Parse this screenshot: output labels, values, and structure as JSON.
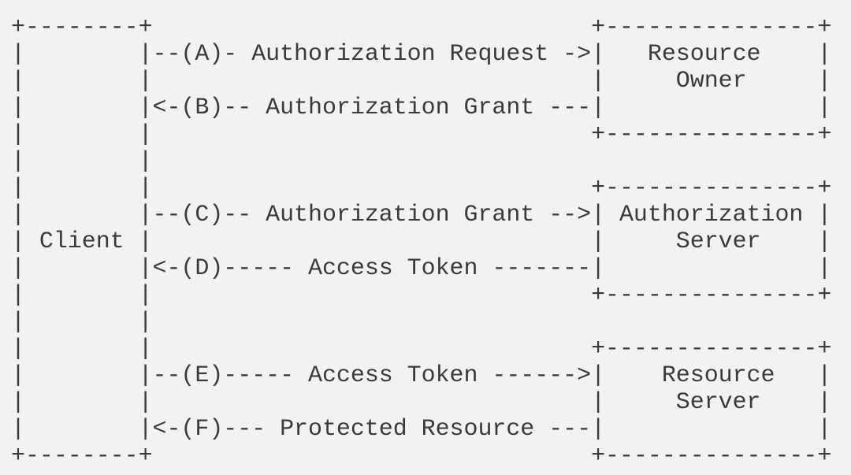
{
  "diagram": {
    "lines": [
      "+--------+                               +---------------+",
      "|        |--(A)- Authorization Request ->|   Resource    |",
      "|        |                               |     Owner     |",
      "|        |<-(B)-- Authorization Grant ---|               |",
      "|        |                               +---------------+",
      "|        |",
      "|        |                               +---------------+",
      "|        |--(C)-- Authorization Grant -->| Authorization |",
      "| Client |                               |     Server    |",
      "|        |<-(D)----- Access Token -------|               |",
      "|        |                               +---------------+",
      "|        |",
      "|        |                               +---------------+",
      "|        |--(E)----- Access Token ------>|    Resource   |",
      "|        |                               |     Server    |",
      "|        |<-(F)--- Protected Resource ---|               |",
      "+--------+                               +---------------+"
    ]
  }
}
